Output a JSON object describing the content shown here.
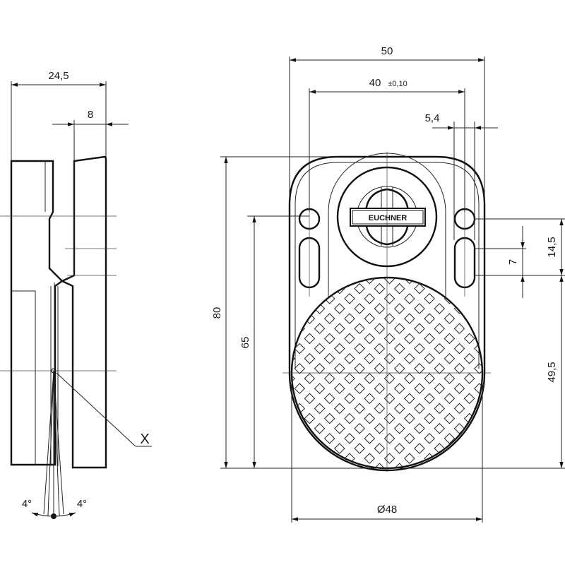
{
  "drawing": {
    "side_view": {
      "dim_width": "24,5",
      "dim_gap": "8",
      "angle_left": "4°",
      "angle_right": "4°",
      "detail_label": "X"
    },
    "front_view": {
      "dim_width": "50",
      "dim_hole_spacing": "40",
      "dim_hole_spacing_tol": "±0,10",
      "dim_offset": "5,4",
      "dim_height": "80",
      "dim_height_inner": "65",
      "dim_slot_pitch": "14,5",
      "dim_slot_length": "7",
      "dim_lower": "49,5",
      "dim_diameter": "Ø48",
      "logo": "EUCHNER"
    },
    "colors": {
      "line": "#111111",
      "background": "#ffffff"
    }
  }
}
